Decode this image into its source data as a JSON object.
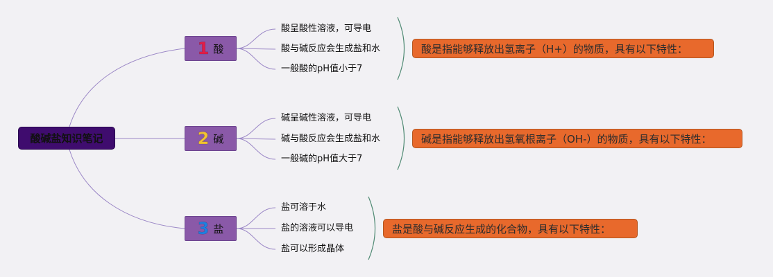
{
  "root": {
    "label": "酸碱盐知识笔记"
  },
  "colors": {
    "root_fill": "#3f0c6e",
    "topic_fill": "#8a59a8",
    "note_fill": "#e8692c",
    "link": "#9b87c6",
    "bracket": "#4f8a73",
    "num_acid": "#e11d48",
    "num_base": "#f1c232",
    "num_salt": "#1e7fe0"
  },
  "topics": [
    {
      "number": "1",
      "label": "酸",
      "items": [
        "酸呈酸性溶液，可导电",
        "酸与碱反应会生成盐和水",
        "一般酸的pH值小于7"
      ],
      "note": "酸是指能够释放出氢离子（H+）的物质，具有以下特性："
    },
    {
      "number": "2",
      "label": "碱",
      "items": [
        "碱呈碱性溶液，可导电",
        "碱与酸反应会生成盐和水",
        "一般碱的pH值大于7"
      ],
      "note": "碱是指能够释放出氢氧根离子（OH-）的物质，具有以下特性："
    },
    {
      "number": "3",
      "label": "盐",
      "items": [
        "盐可溶于水",
        "盐的溶液可以导电",
        "盐可以形成晶体"
      ],
      "note": "盐是酸与碱反应生成的化合物，具有以下特性："
    }
  ]
}
